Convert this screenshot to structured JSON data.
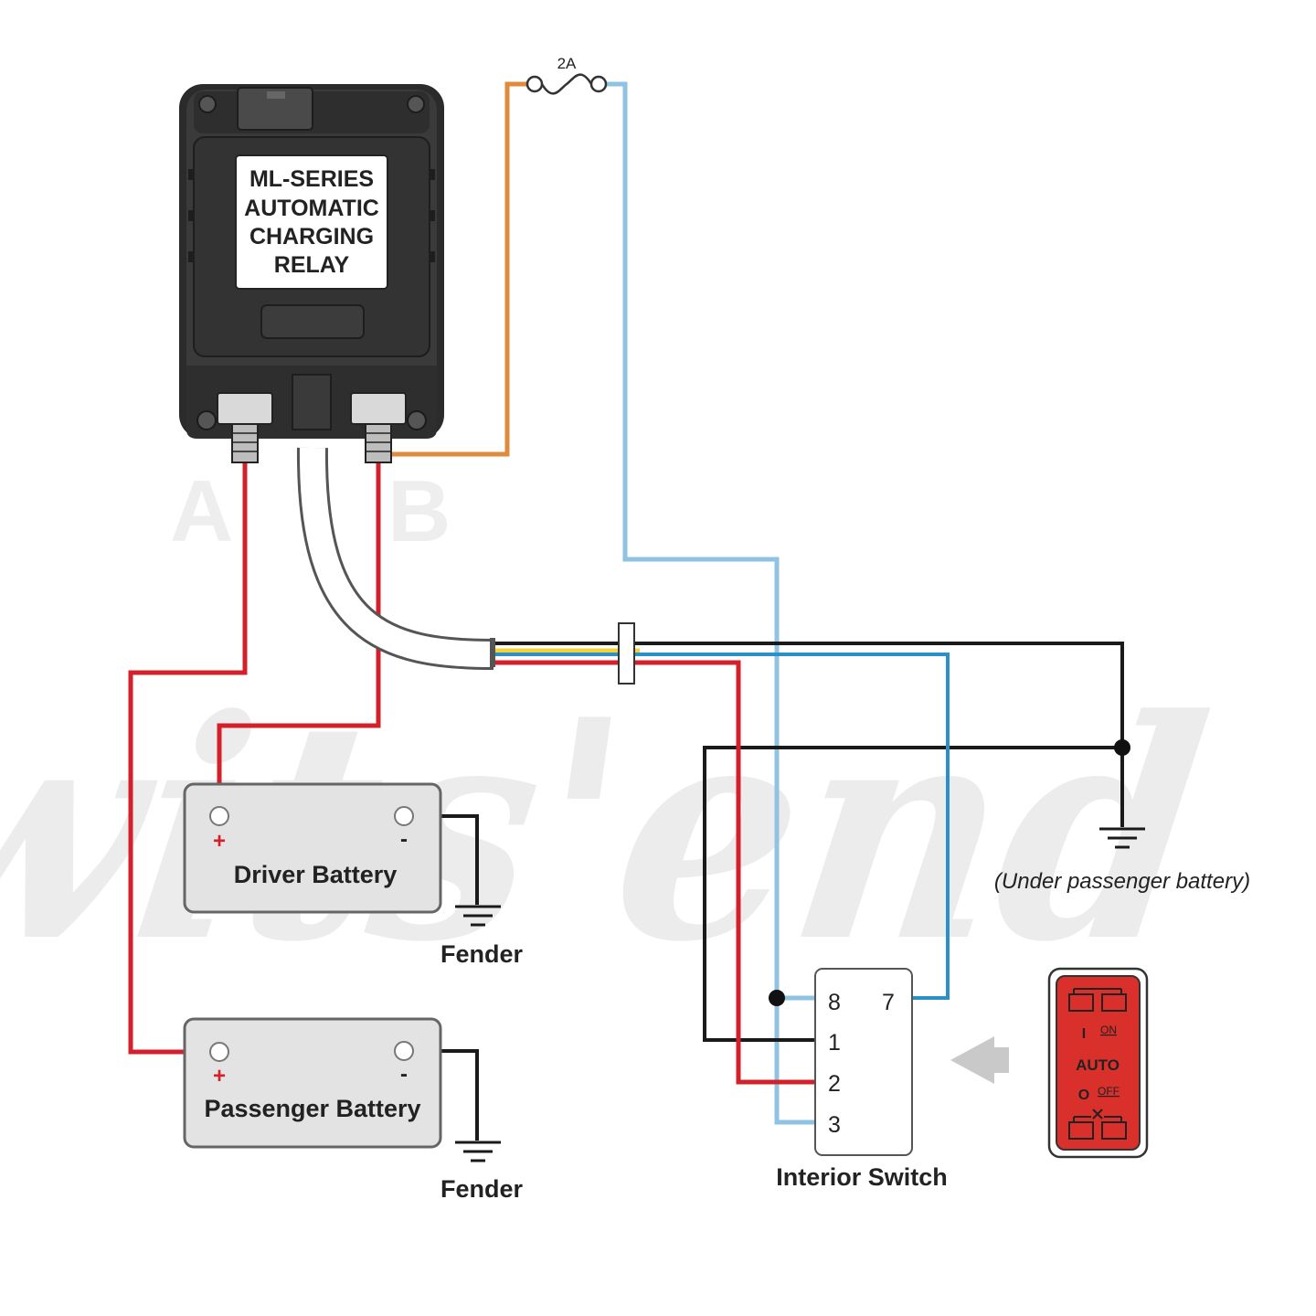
{
  "watermark": "wits'end",
  "relay": {
    "title_lines": [
      "ML-SERIES",
      "AUTOMATIC",
      "CHARGING",
      "RELAY"
    ],
    "terminal_a": "A",
    "terminal_b": "B"
  },
  "fuse": {
    "rating": "2A"
  },
  "batteries": {
    "driver": {
      "label": "Driver Battery",
      "plus": "+",
      "minus": "-"
    },
    "passenger": {
      "label": "Passenger Battery",
      "plus": "+",
      "minus": "-"
    }
  },
  "grounds": {
    "driver_fender": "Fender",
    "passenger_fender": "Fender",
    "chassis_note": "(Under passenger battery)"
  },
  "interior_switch": {
    "label": "Interior Switch",
    "pins": {
      "p8": "8",
      "p7": "7",
      "p1": "1",
      "p2": "2",
      "p3": "3"
    }
  },
  "switch_face": {
    "label_on": "ON",
    "label_auto": "AUTO",
    "label_off": "OFF",
    "symbol_on": "I",
    "symbol_off": "O"
  },
  "colors": {
    "red_wire": "#d4202b",
    "black_wire": "#1a1a1a",
    "light_blue_wire": "#8fc3e3",
    "blue_wire": "#2b8fc9",
    "orange_wire": "#e08a3c",
    "yellow_wire": "#f5d233",
    "switch_red": "#d9302c"
  }
}
